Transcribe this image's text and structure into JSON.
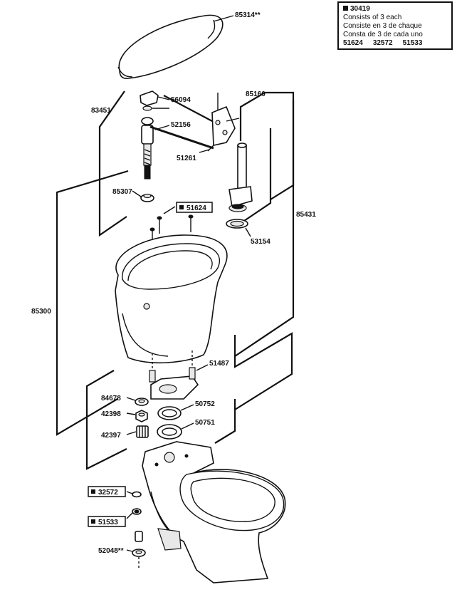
{
  "kit": {
    "number": "30419",
    "lines": [
      "Consists of 3 each",
      "Consiste en 3 de chaque",
      "Consta de 3 de cada uno"
    ],
    "parts": [
      "51624",
      "32572",
      "51533"
    ]
  },
  "labels": {
    "lid": "85314**",
    "flush_handle": "56094",
    "handle_assembly": "83451",
    "flapper_chain": "85160",
    "trip_lever": "52156",
    "chain_clip": "51261",
    "fill_valve_nut": "85307",
    "tank_bolt_boxed": "51624",
    "flush_valve_washer": "53154",
    "tank_assembly": "85431",
    "tank": "85300",
    "tank_plate": "51487",
    "bolt_washer": "84678",
    "bolt_nut": "42398",
    "spud_nut": "42397",
    "gasket_upper": "50752",
    "gasket_lower": "50751",
    "bowl_cap_boxed": "32572",
    "bowl_washer_boxed": "51533",
    "bowl_bolt": "52048**"
  }
}
